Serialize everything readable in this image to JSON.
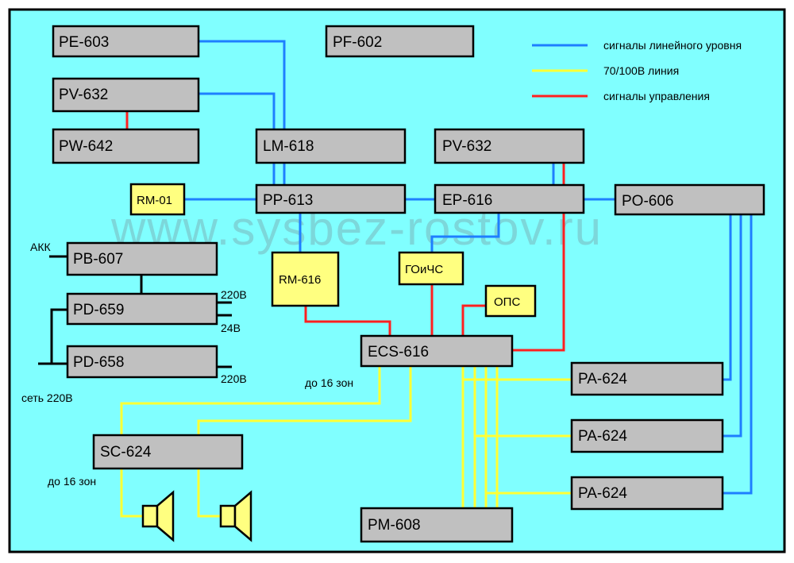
{
  "colors": {
    "background": "#80ffff",
    "blue_line": "#1e7fff",
    "yellow_line": "#ffff33",
    "red_line": "#ff2020",
    "device_gray": "#c0c0c0",
    "device_yellow": "#ffff80"
  },
  "watermark": "www.sysbez-rostov.ru",
  "legend": {
    "blue": "сигналы линейного уровня",
    "yellow": "70/100В линия",
    "red": "сигналы управления"
  },
  "devices": {
    "pe603": "PE-603",
    "pf602": "PF-602",
    "pv632_left": "PV-632",
    "pw642": "PW-642",
    "lm618": "LM-618",
    "pv632_right": "PV-632",
    "rm01": "RM-01",
    "pp613": "PP-613",
    "ep616": "EP-616",
    "po606": "PO-606",
    "pb607": "PB-607",
    "rm616": "RM-616",
    "goichs": "ГОиЧС",
    "ops": "ОПС",
    "pd659": "PD-659",
    "pd658": "PD-658",
    "ecs616": "ECS-616",
    "pa624_1": "PA-624",
    "pa624_2": "PA-624",
    "pa624_3": "PA-624",
    "sc624": "SC-624",
    "pm608": "PM-608"
  },
  "labels": {
    "akk": "АКК",
    "v220_top": "220В",
    "v24": "24В",
    "v220_bottom": "220В",
    "mains": "сеть 220В",
    "zones_ecs": "до 16 зон",
    "zones_sc": "до 16 зон"
  },
  "icons": {
    "speaker_left": "speaker-icon",
    "speaker_right": "speaker-icon"
  }
}
